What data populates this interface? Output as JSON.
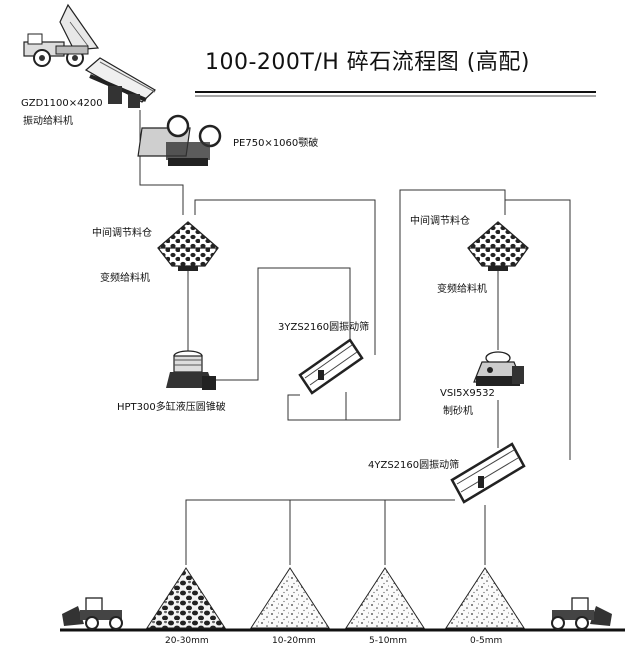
{
  "title": "100-200T/H  碎石流程图 (高配)",
  "equipment": {
    "feeder_model": "GZD1100×4200",
    "feeder_name": "振动给料机",
    "jaw_crusher": "PE750×1060颚破",
    "bin_left": "中间调节料仓",
    "vfd_feeder_left": "变频给料机",
    "screen_3yzs": "3YZS2160圆振动筛",
    "cone_crusher": "HPT300多缸液压圆锥破",
    "bin_right": "中间调节料仓",
    "vfd_feeder_right": "变频给料机",
    "sand_maker_model": "VSI5X9532",
    "sand_maker_name": "制砂机",
    "screen_4yzs": "4YZS2160圆振动筛"
  },
  "products": [
    {
      "size": "20-30mm"
    },
    {
      "size": "10-20mm"
    },
    {
      "size": "5-10mm"
    },
    {
      "size": "0-5mm"
    }
  ],
  "icons": [
    "dump-truck-icon",
    "vibrating-feeder-icon",
    "jaw-crusher-icon",
    "bin-icon",
    "cone-crusher-icon",
    "screen-icon",
    "sand-maker-icon",
    "loader-icon",
    "stockpile-icon"
  ]
}
